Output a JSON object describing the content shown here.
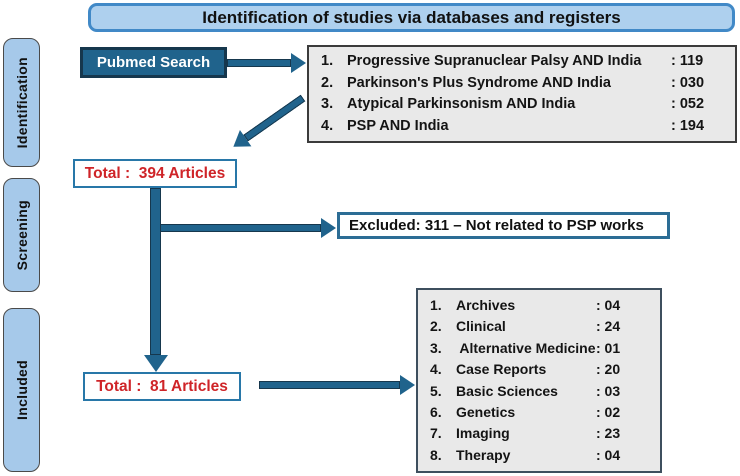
{
  "title": "Identification of studies via databases and registers",
  "stages": [
    {
      "label": "Identification"
    },
    {
      "label": "Screening"
    },
    {
      "label": "Included"
    }
  ],
  "pubmed": {
    "label": "Pubmed Search"
  },
  "search_results": {
    "items": [
      {
        "num": "1.",
        "label": "Progressive Supranuclear Palsy AND India",
        "count": ": 119"
      },
      {
        "num": "2.",
        "label": "Parkinson's Plus Syndrome AND India",
        "count": ": 030"
      },
      {
        "num": "3.",
        "label": "Atypical Parkinsonism AND India",
        "count": ": 052"
      },
      {
        "num": "4.",
        "label": "PSP AND India",
        "count": ": 194"
      }
    ]
  },
  "totals": {
    "screening": "Total :  394 Articles",
    "included": "Total :  81 Articles"
  },
  "excluded": {
    "label": "Excluded: 311 – Not related to PSP works"
  },
  "categories": {
    "items": [
      {
        "num": "1.",
        "label": "Archives",
        "count": ": 04"
      },
      {
        "num": "2.",
        "label": "Clinical",
        "count": ": 24"
      },
      {
        "num": "3.",
        "label": " Alternative Medicine",
        "count": ": 01"
      },
      {
        "num": "4.",
        "label": "Case Reports",
        "count": ": 20"
      },
      {
        "num": "5.",
        "label": "Basic Sciences",
        "count": ": 03"
      },
      {
        "num": "6.",
        "label": "Genetics",
        "count": ": 02"
      },
      {
        "num": "7.",
        "label": "Imaging",
        "count": ": 23"
      },
      {
        "num": "8.",
        "label": "Therapy",
        "count": ": 04"
      }
    ]
  },
  "colors": {
    "accent_teal": "#20638c",
    "teal_border": "#16374d",
    "banner_fill": "#aed0ee",
    "banner_border": "#4189c7",
    "stage_fill": "#a6c9ea",
    "gray_fill": "#e9e9e9",
    "red_text": "#cf2428",
    "outline_blue": "#2877a8"
  }
}
